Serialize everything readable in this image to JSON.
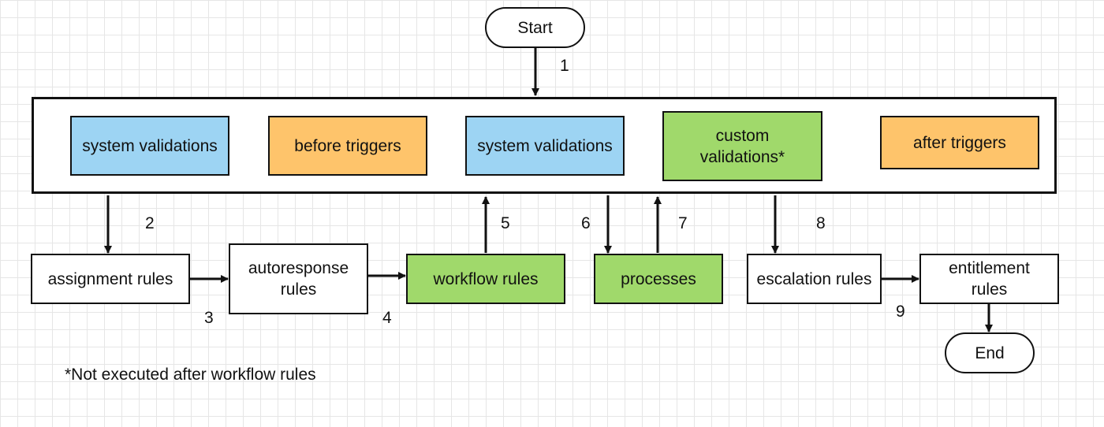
{
  "nodes": {
    "start": "Start",
    "end": "End",
    "system_validations_1": "system validations",
    "before_triggers": "before triggers",
    "system_validations_2": "system validations",
    "custom_validations": "custom validations*",
    "after_triggers": "after triggers",
    "assignment_rules": "assignment rules",
    "autoresponse_rules": "autoresponse rules",
    "workflow_rules": "workflow rules",
    "processes": "processes",
    "escalation_rules": "escalation rules",
    "entitlement_rules": "entitlement rules"
  },
  "step_labels": [
    "1",
    "2",
    "3",
    "4",
    "5",
    "6",
    "7",
    "8",
    "9"
  ],
  "footnote": "*Not executed after workflow rules",
  "colors": {
    "validation_blue": "#9dd4f3",
    "trigger_orange": "#fec46b",
    "custom_green": "#a0d96b",
    "stroke": "#111111",
    "grid": "#e6e6e6"
  }
}
